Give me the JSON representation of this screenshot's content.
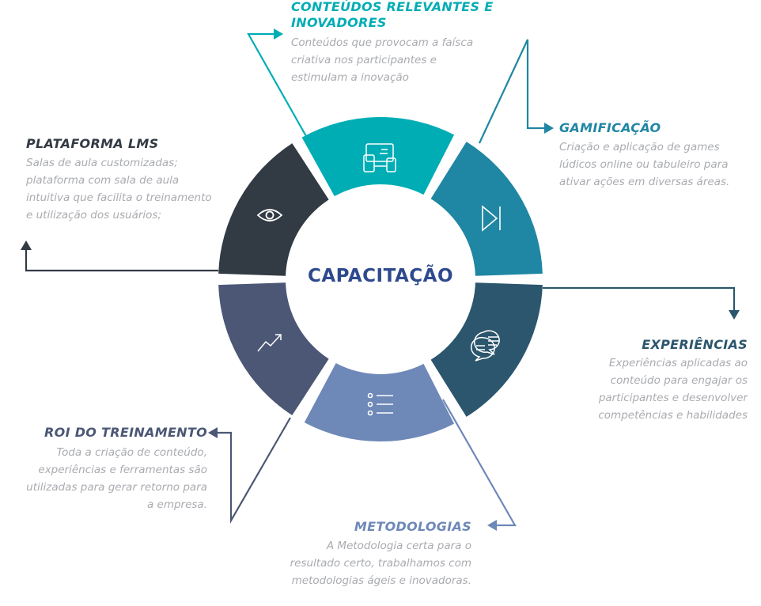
{
  "center_title": "CAPACITAÇÃO",
  "colors": {
    "conteudos": "#00adb5",
    "gamificacao": "#1f86a3",
    "experiencias": "#2b566d",
    "metodologias": "#6e88b8",
    "roi": "#4b5775",
    "plataforma": "#323a44",
    "desc_gray": "#a9abb0"
  },
  "segments": [
    {
      "id": "conteudos",
      "icon": "devices-icon",
      "title_lines": [
        "CONTEÚDOS RELEVANTES E",
        "INOVADORES"
      ],
      "desc_lines": [
        "Conteúdos que provocam a faísca",
        "criativa nos participantes e",
        "estimulam a inovação"
      ]
    },
    {
      "id": "gamificacao",
      "icon": "skip-forward-icon",
      "title_lines": [
        "GAMIFICAÇÃO"
      ],
      "desc_lines": [
        "Criação e aplicação de games",
        "lúdicos online ou tabuleiro para",
        "ativar ações em diversas áreas."
      ]
    },
    {
      "id": "experiencias",
      "icon": "chat-bubbles-icon",
      "title_lines": [
        "EXPERIÊNCIAS"
      ],
      "desc_lines": [
        "Experiências aplicadas ao",
        "conteúdo para engajar os",
        "participantes e desenvolver",
        "competências e habilidades"
      ]
    },
    {
      "id": "metodologias",
      "icon": "list-icon",
      "title_lines": [
        "METODOLOGIAS"
      ],
      "desc_lines": [
        "A Metodologia certa para o",
        "resultado certo, trabalhamos com",
        "metodologias ágeis e inovadoras."
      ]
    },
    {
      "id": "roi",
      "icon": "trend-up-icon",
      "title_lines": [
        "ROI DO TREINAMENTO"
      ],
      "desc_lines": [
        "Toda a criação de conteúdo,",
        "experiências e ferramentas são",
        "utilizadas para gerar retorno para",
        "a empresa."
      ]
    },
    {
      "id": "plataforma",
      "icon": "eye-icon",
      "title_lines": [
        "PLATAFORMA LMS"
      ],
      "desc_lines": [
        "Salas de aula customizadas;",
        "plataforma com sala de aula",
        "intuitiva que facilita o treinamento",
        "e utilização dos usuários;"
      ]
    }
  ]
}
